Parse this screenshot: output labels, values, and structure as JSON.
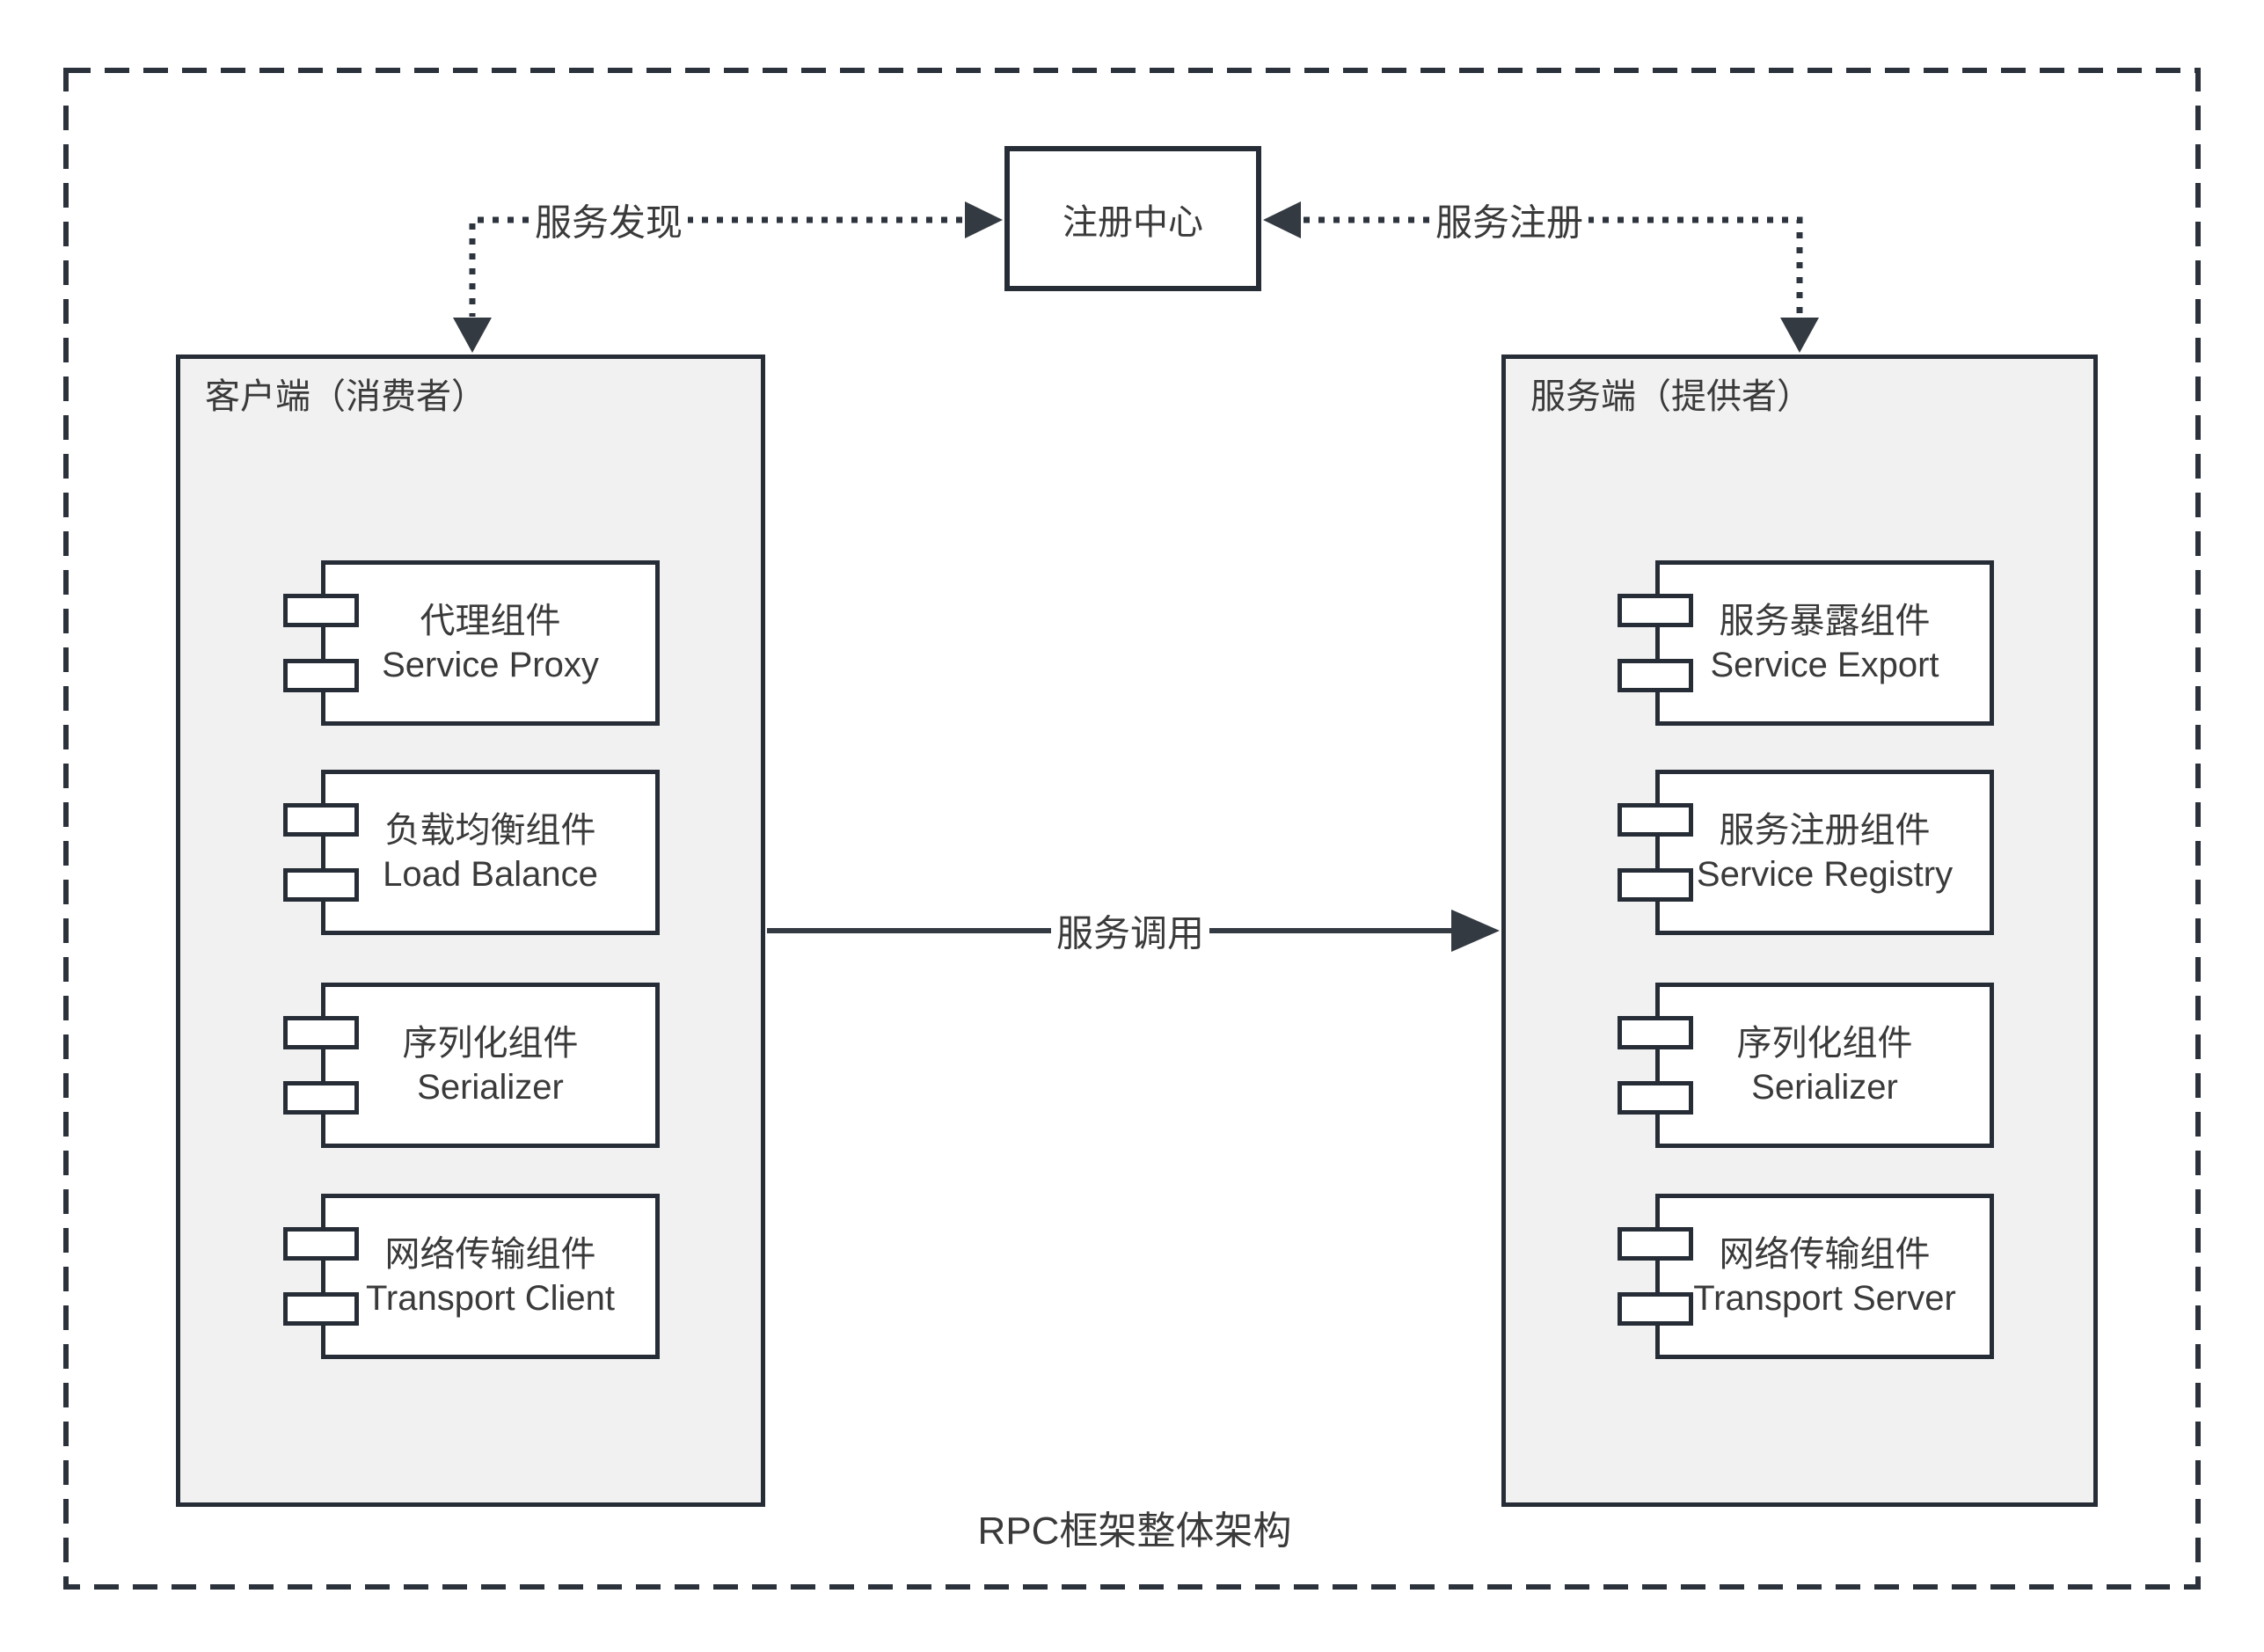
{
  "diagram": {
    "title": "RPC框架整体架构",
    "registry": {
      "label": "注册中心"
    },
    "edges": {
      "discovery": "服务发现",
      "register": "服务注册",
      "invoke": "服务调用"
    },
    "client": {
      "header": "客户端（消费者）",
      "components": [
        {
          "zh": "代理组件",
          "en": "Service Proxy"
        },
        {
          "zh": "负载均衡组件",
          "en": "Load Balance"
        },
        {
          "zh": "序列化组件",
          "en": "Serializer"
        },
        {
          "zh": "网络传输组件",
          "en": "Transport Client"
        }
      ]
    },
    "server": {
      "header": "服务端（提供者）",
      "components": [
        {
          "zh": "服务暴露组件",
          "en": "Service Export"
        },
        {
          "zh": "服务注册组件",
          "en": "Service Registry"
        },
        {
          "zh": "序列化组件",
          "en": "Serializer"
        },
        {
          "zh": "网络传输组件",
          "en": "Transport Server"
        }
      ]
    },
    "colors": {
      "line": "#2b323b",
      "text": "#3a3a3a",
      "container_fill": "#f1f1f2",
      "box_fill": "#ffffff",
      "background": "#ffffff"
    }
  }
}
